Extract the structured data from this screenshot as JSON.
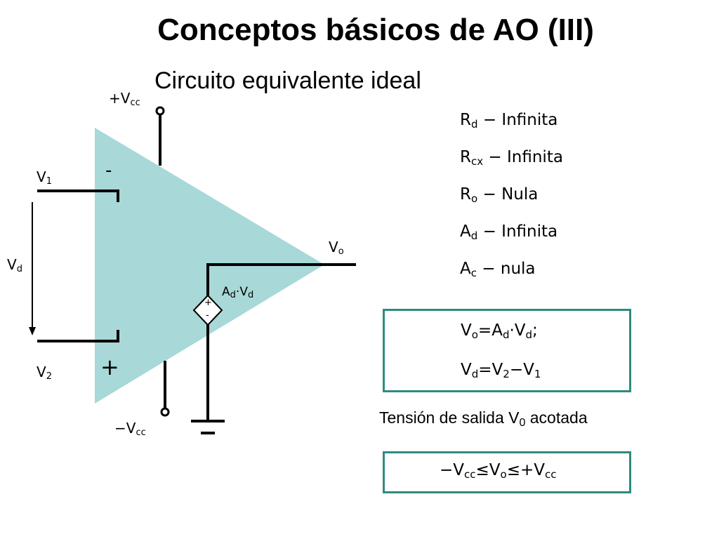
{
  "slide": {
    "title": "Conceptos básicos de AO (III)",
    "subtitle": "Circuito equivalente ideal"
  },
  "circuit": {
    "vcc_pos": {
      "base": "+V",
      "sub": "cc"
    },
    "vcc_neg": {
      "base": "−V",
      "sub": "cc"
    },
    "v1": {
      "base": "V",
      "sub": "1"
    },
    "v2": {
      "base": "V",
      "sub": "2"
    },
    "vd": {
      "base": "V",
      "sub": "d"
    },
    "vo": {
      "base": "V",
      "sub": "o"
    },
    "inverting_sign": "-",
    "noninverting_sign": "+",
    "source": {
      "plus": "+",
      "minus": "-",
      "gain_a": "A",
      "gain_a_sub": "d",
      "dot": "·",
      "gain_v": "V",
      "gain_v_sub": "d"
    },
    "colors": {
      "body": "#a8d8d8",
      "wire": "#000000"
    }
  },
  "properties": [
    {
      "base": "R",
      "sub": "d",
      "value": " − Infinita"
    },
    {
      "base": "R",
      "sub": "cx",
      "value": " − Infinita"
    },
    {
      "base": "R",
      "sub": "o",
      "value": " − Nula"
    },
    {
      "base": "A",
      "sub": "d",
      "value": " − Infinita"
    },
    {
      "base": "A",
      "sub": "c",
      "value": " − nula"
    }
  ],
  "equations": {
    "eq1": {
      "a": "V",
      "a_sub": "o",
      "b": "=A",
      "b_sub": "d",
      "c": "·V",
      "c_sub": "d",
      "d": ";"
    },
    "eq2": {
      "a": "V",
      "a_sub": "d",
      "b": "=V",
      "b_sub": "2",
      "c": "−V",
      "c_sub": "1"
    },
    "border_color": "#2e8b7f"
  },
  "note": {
    "text": "Tensión de salida V",
    "sub": "0",
    "tail": " acotada"
  },
  "bounds": {
    "a": "−V",
    "a_sub": "cc",
    "b": "≤V",
    "b_sub": "o",
    "c": "≤+V",
    "c_sub": "cc"
  }
}
